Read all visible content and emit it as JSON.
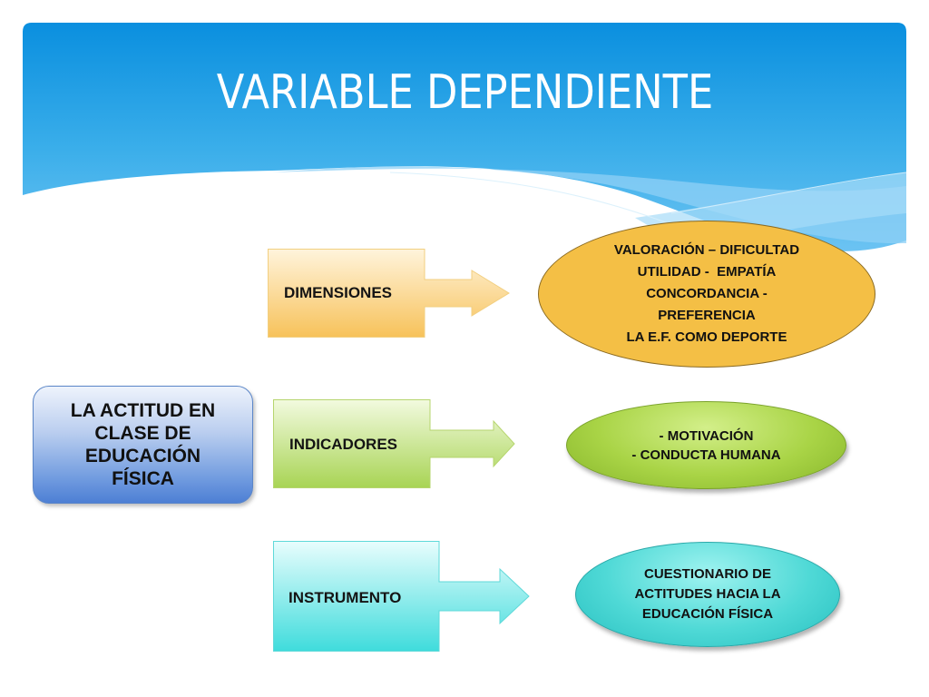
{
  "slide": {
    "title": "VARIABLE DEPENDIENTE",
    "colors": {
      "header_top": "#0a8fdf",
      "header_bottom": "#5bb9f0",
      "wave_light": "#8fd0f6"
    }
  },
  "root": {
    "lines": [
      "LA ACTITUD EN",
      "CLASE DE",
      "EDUCACIÓN",
      "FÍSICA"
    ],
    "color": "#6f9adf"
  },
  "categories": [
    {
      "label": "DIMENSIONES",
      "color_top": "#fff4dc",
      "color_bottom": "#f7c25a",
      "detail": {
        "lines": [
          "VALORACIÓN – DIFICULTAD",
          "UTILIDAD -  EMPATÍA",
          "CONCORDANCIA -",
          "PREFERENCIA",
          "LA E.F. COMO DEPORTE"
        ],
        "color": "#f4bf45"
      }
    },
    {
      "label": "INDICADORES",
      "color_top": "#f2fadf",
      "color_bottom": "#a8d454",
      "detail": {
        "lines": [
          "- MOTIVACIÓN",
          "- CONDUCTA HUMANA"
        ],
        "color": "#a9d446"
      }
    },
    {
      "label": "INSTRUMENTO",
      "color_top": "#e8fdfd",
      "color_bottom": "#3fdcdc",
      "detail": {
        "lines": [
          "CUESTIONARIO DE",
          "ACTITUDES HACIA LA",
          "EDUCACIÓN FÍSICA"
        ],
        "color": "#4fd9d6"
      }
    }
  ]
}
